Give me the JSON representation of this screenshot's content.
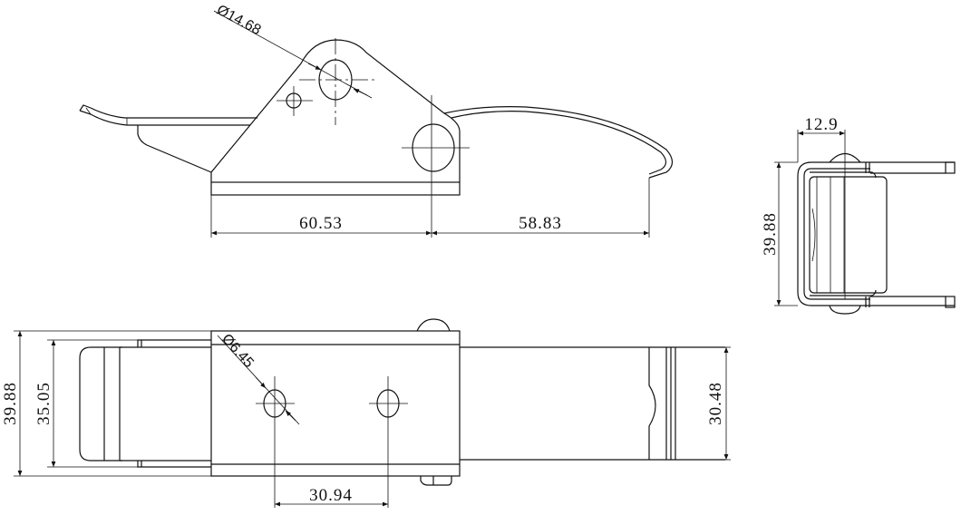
{
  "drawing": {
    "title": "Toggle latch technical drawing",
    "front_view": {
      "big_hole_diameter": "Ø14.68",
      "base_length": "60.53",
      "hook_length": "58.83"
    },
    "side_view": {
      "width": "12.9",
      "height": "39.88"
    },
    "plan_view": {
      "overall_height": "39.88",
      "handle_height": "35.05",
      "hole_diameter": "Ø6.45",
      "hole_spacing": "30.94",
      "strap_width": "30.48"
    }
  }
}
